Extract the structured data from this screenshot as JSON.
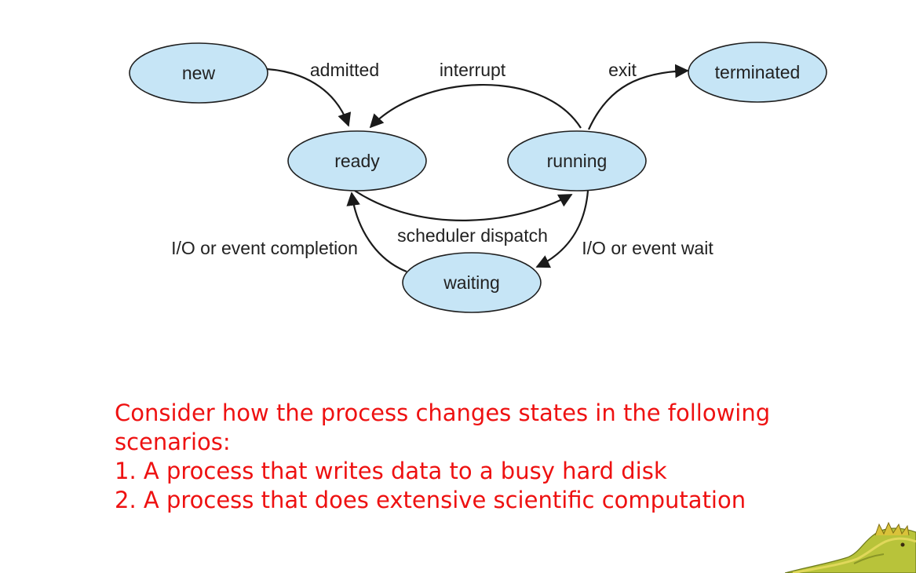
{
  "diagram": {
    "states": {
      "new": "new",
      "terminated": "terminated",
      "ready": "ready",
      "running": "running",
      "waiting": "waiting"
    },
    "transitions": {
      "admitted": "admitted",
      "interrupt": "interrupt",
      "exit": "exit",
      "scheduler_dispatch": "scheduler dispatch",
      "io_event_completion": "I/O or event completion",
      "io_event_wait": "I/O or event wait"
    }
  },
  "notes": {
    "intro": "Consider how the process changes states in the following scenarios:",
    "scenarios": [
      "1.  A process that writes data to a busy hard disk",
      "2.  A process that does extensive scientific computation"
    ]
  },
  "colors": {
    "state_fill": "#c6e5f6",
    "note_text": "#ee1111"
  },
  "icons": {
    "corner": "dragon-mascot-icon"
  }
}
